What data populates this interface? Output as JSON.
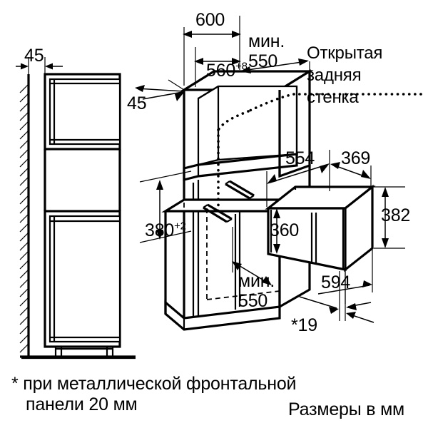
{
  "drawing": {
    "title_kind": "appliance-installation-diagram",
    "units_note": "Размеры в мм",
    "footnote_line1": "* при металлической фронтальной",
    "footnote_line2": "панели 20 мм",
    "open_back_note_line1": "Открытая",
    "open_back_note_line2": "задняя",
    "open_back_note_line3": "стенка",
    "colors": {
      "line": "#000000",
      "background": "#ffffff"
    }
  },
  "dimensions": {
    "wall_gap": "45",
    "niche_top_gap": "45",
    "cabinet_outer_width": "600",
    "niche_width": "560",
    "niche_width_tol": "+8",
    "cabinet_depth_min_label": "мин.",
    "cabinet_depth_min_value": "550",
    "niche_height": "380",
    "niche_height_tol": "+2",
    "interior_depth_min_label": "мин.",
    "interior_depth_min_value": "550",
    "appliance_depth_left": "554",
    "appliance_depth_right": "369",
    "appliance_front_height": "360",
    "appliance_body_height": "382",
    "appliance_width": "594",
    "front_panel_thickness": "*19"
  }
}
